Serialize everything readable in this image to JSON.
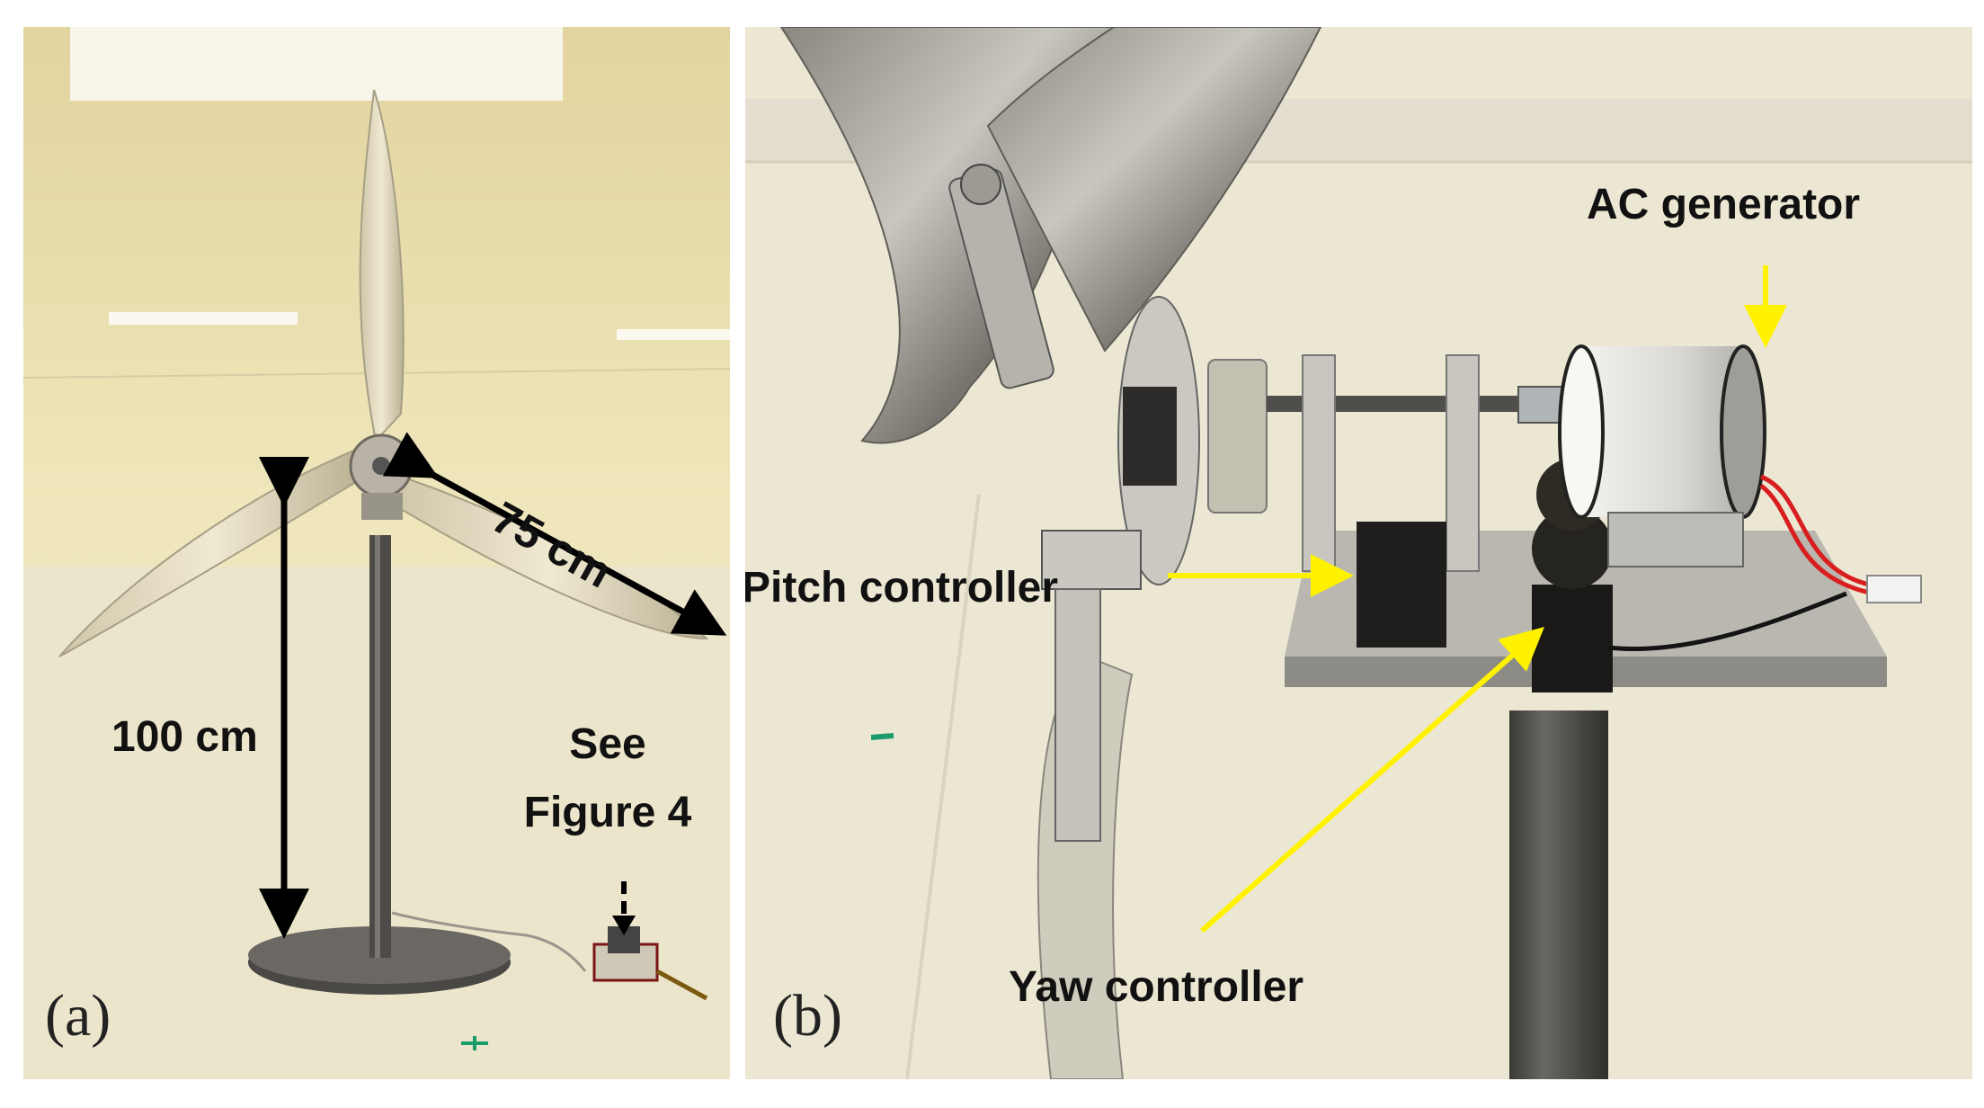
{
  "panel_a": {
    "tag": "(a)",
    "height_label": "100 cm",
    "blade_label": "75 cm",
    "reference_label": {
      "line1": "See",
      "line2": "Figure 4"
    }
  },
  "panel_b": {
    "tag": "(b)",
    "generator_label": "AC generator",
    "pitch_label": "Pitch controller",
    "yaw_label": "Yaw controller"
  },
  "colors": {
    "annotation_arrow_yellow": "#fff200",
    "dimension_arrow_black": "#000000",
    "floor": "#ece6c9",
    "wall": "#eee6bd"
  }
}
